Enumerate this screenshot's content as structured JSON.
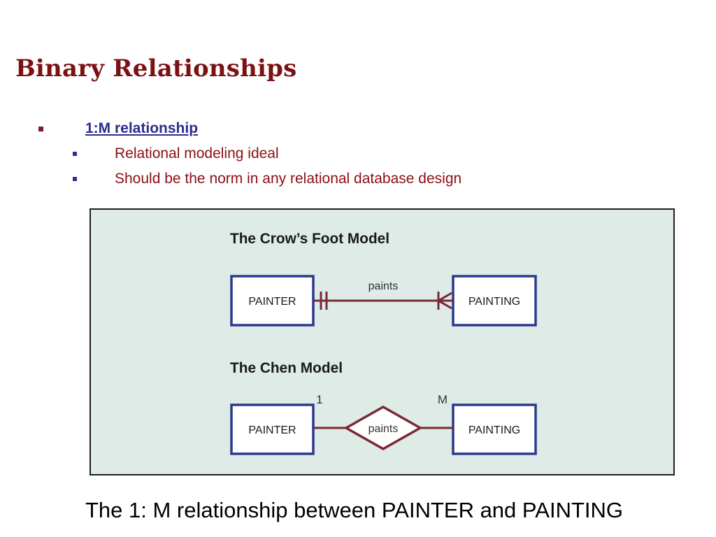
{
  "slide": {
    "title": "Binary Relationships",
    "bullets": [
      {
        "text": "1:M relationship",
        "link": true,
        "children": [
          "Relational modeling ideal",
          "Should be the norm in any relational database design"
        ]
      }
    ],
    "caption": "The 1: M relationship between PAINTER and PAINTING"
  },
  "figure": {
    "colors": {
      "background": "#deebe6",
      "entity_border": "#2b3a8c",
      "relationship": "#7a2836"
    },
    "crows_foot": {
      "heading": "The Crow’s Foot Model",
      "left_entity": "PAINTER",
      "right_entity": "PAINTING",
      "relationship": "paints"
    },
    "chen": {
      "heading": "The Chen Model",
      "left_entity": "PAINTER",
      "right_entity": "PAINTING",
      "relationship": "paints",
      "left_cardinality": "1",
      "right_cardinality": "M"
    }
  }
}
